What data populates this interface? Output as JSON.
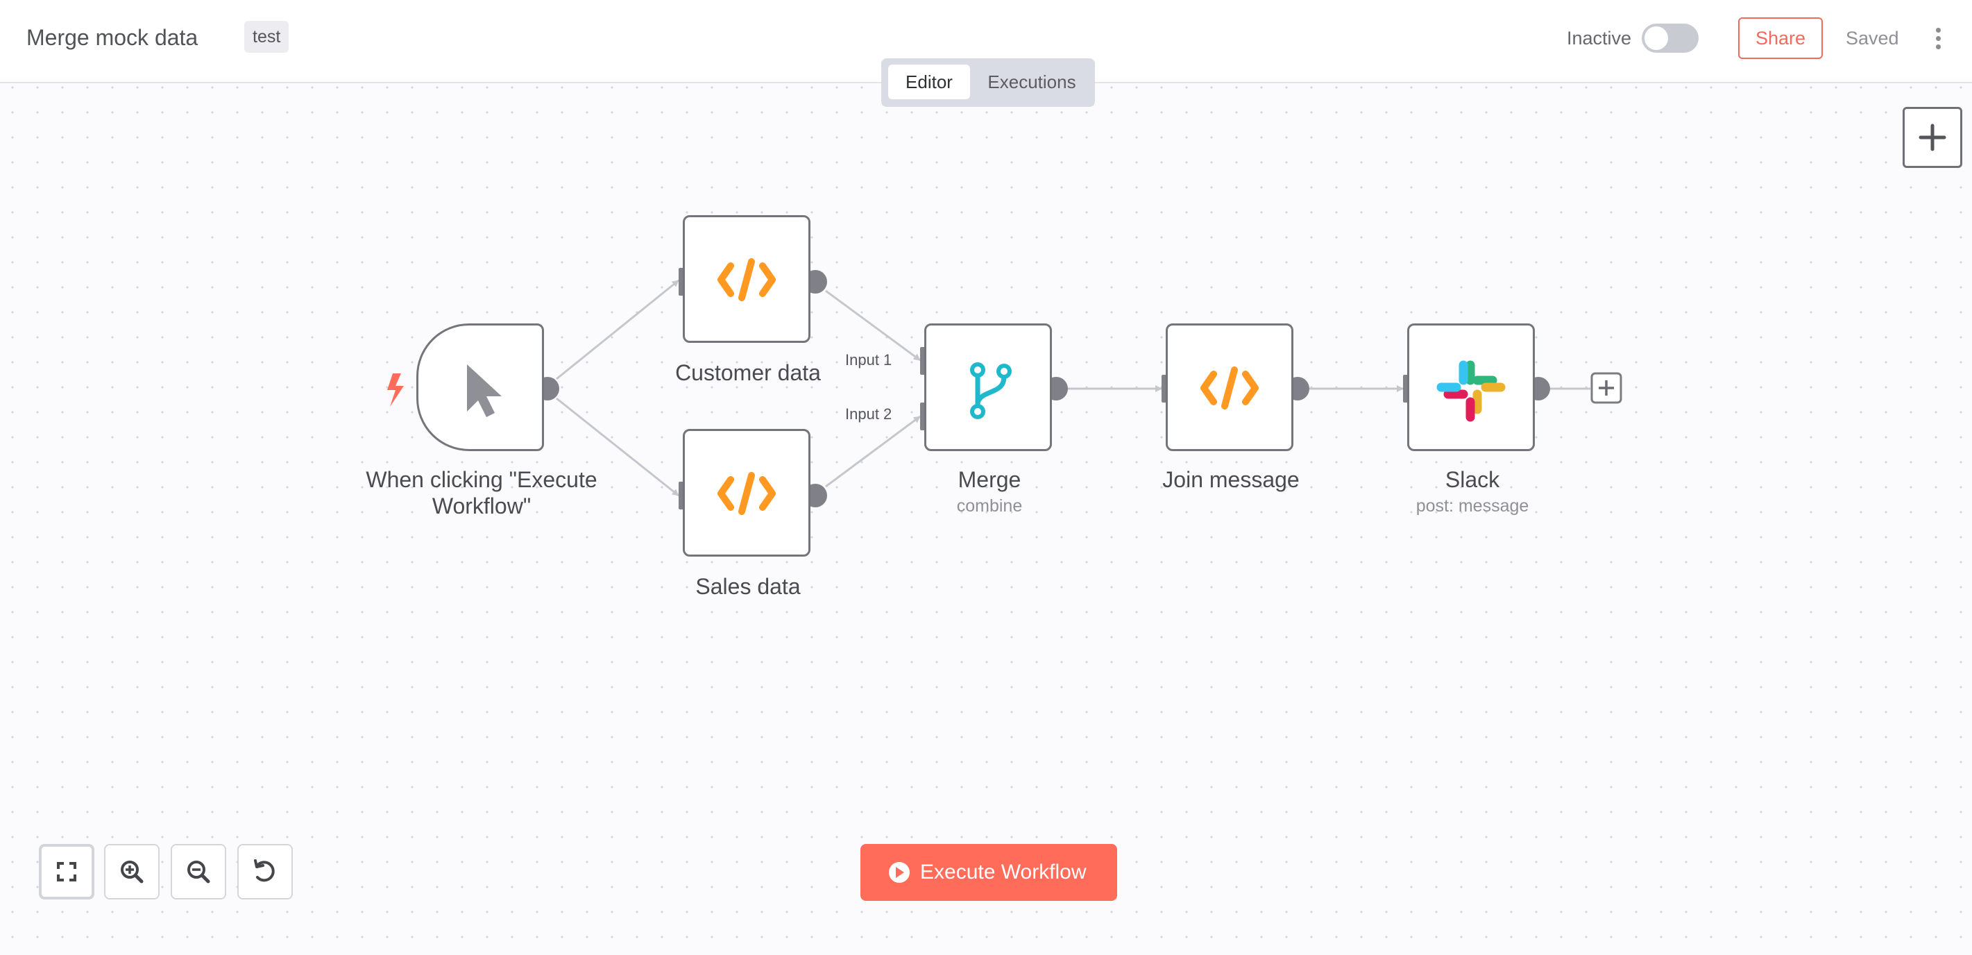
{
  "workflow": {
    "name": "Merge mock data",
    "tag": "test"
  },
  "header": {
    "status_label": "Inactive",
    "share_label": "Share",
    "saved_label": "Saved"
  },
  "modes": {
    "editor": "Editor",
    "executions": "Executions"
  },
  "nodes": {
    "trigger": {
      "label": "When clicking \"Execute Workflow\"",
      "icon": "pointer-icon"
    },
    "customer": {
      "label": "Customer data",
      "icon": "code-icon"
    },
    "sales": {
      "label": "Sales data",
      "icon": "code-icon"
    },
    "merge": {
      "label": "Merge",
      "subtitle": "combine",
      "icon": "merge-icon",
      "input_1": "Input 1",
      "input_2": "Input 2"
    },
    "join": {
      "label": "Join message",
      "icon": "code-icon"
    },
    "slack": {
      "label": "Slack",
      "subtitle": "post: message",
      "icon": "slack-icon"
    }
  },
  "footer": {
    "execute_label": "Execute Workflow"
  },
  "colors": {
    "accent": "#ff6d5a",
    "code_icon": "#ff9922",
    "merge_icon": "#20b8cd",
    "node_border": "#74757b",
    "connection": "#c6c7cd"
  }
}
